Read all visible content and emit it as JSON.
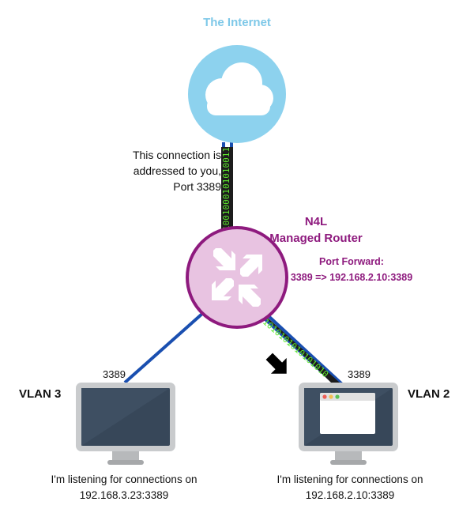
{
  "internet": {
    "title": "The Internet",
    "icon": "cloud-icon"
  },
  "connection_message": {
    "line1": "This connection is",
    "line2": "addressed to you,",
    "line3": "Port 3389"
  },
  "router": {
    "title_line1": "N4L",
    "title_line2": "Managed Router",
    "port_forward_label": "Port Forward:",
    "port_forward_rule": "3389 => 192.168.2.10:3389",
    "icon": "router-icon"
  },
  "binary_stream_top": "10010001010100110101101",
  "binary_stream_right": "1010101010101010",
  "vlan3": {
    "label": "VLAN 3",
    "port": "3389",
    "listen_line1": "I'm listening for connections on",
    "listen_line2": "192.168.3.23:3389"
  },
  "vlan2": {
    "label": "VLAN 2",
    "port": "3389",
    "listen_line1": "I'm listening for connections on",
    "listen_line2": "192.168.2.10:3389"
  },
  "colors": {
    "internet_text": "#7ec8e8",
    "cloud_circle": "#8dd2ee",
    "router_fill": "#e8c3e1",
    "router_border": "#8e1a7e",
    "router_text": "#8e1a7e",
    "link_blue": "#1a4fb0",
    "binary_bg": "#1c1c1c",
    "binary_text": "#5ee82e",
    "monitor_frame": "#c9cbcd",
    "monitor_screen": "#374759"
  }
}
